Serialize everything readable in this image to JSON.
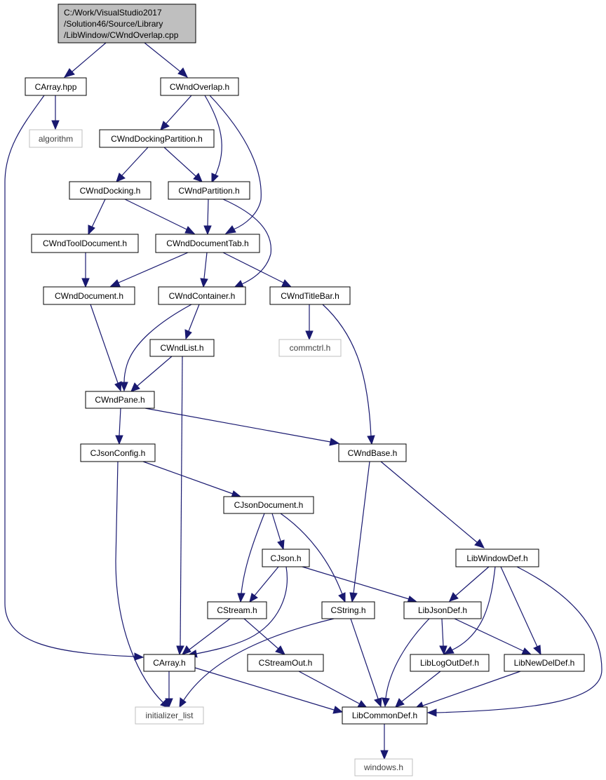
{
  "root_lines": [
    "C:/Work/VisualStudio2017",
    "/Solution46/Source/Library",
    "/LibWindow/CWndOverlap.cpp"
  ],
  "nodes": {
    "carray_hpp": "CArray.hpp",
    "cwndoverlap_h": "CWndOverlap.h",
    "algorithm": "algorithm",
    "cwnddockingpartition_h": "CWndDockingPartition.h",
    "cwnddocking_h": "CWndDocking.h",
    "cwndpartition_h": "CWndPartition.h",
    "cwndtooldocument_h": "CWndToolDocument.h",
    "cwnddocumenttab_h": "CWndDocumentTab.h",
    "cwnddocument_h": "CWndDocument.h",
    "cwndcontainer_h": "CWndContainer.h",
    "cwndtitlebar_h": "CWndTitleBar.h",
    "cwndlist_h": "CWndList.h",
    "commctrl_h": "commctrl.h",
    "cwndpane_h": "CWndPane.h",
    "cjsonconfig_h": "CJsonConfig.h",
    "cwndbase_h": "CWndBase.h",
    "cjsondocument_h": "CJsonDocument.h",
    "cjson_h": "CJson.h",
    "libwindowdef_h": "LibWindowDef.h",
    "cstream_h": "CStream.h",
    "cstring_h": "CString.h",
    "libjsondef_h": "LibJsonDef.h",
    "carray_h": "CArray.h",
    "cstreamout_h": "CStreamOut.h",
    "liblogoutdef_h": "LibLogOutDef.h",
    "libnewdeldef_h": "LibNewDelDef.h",
    "initializer_list": "initializer_list",
    "libcommondef_h": "LibCommonDef.h",
    "windows_h": "windows.h"
  },
  "colors": {
    "edge": "#191970",
    "root_fill": "#bfbfbf",
    "node_border": "#000000",
    "external_border": "#bfbfbf"
  }
}
